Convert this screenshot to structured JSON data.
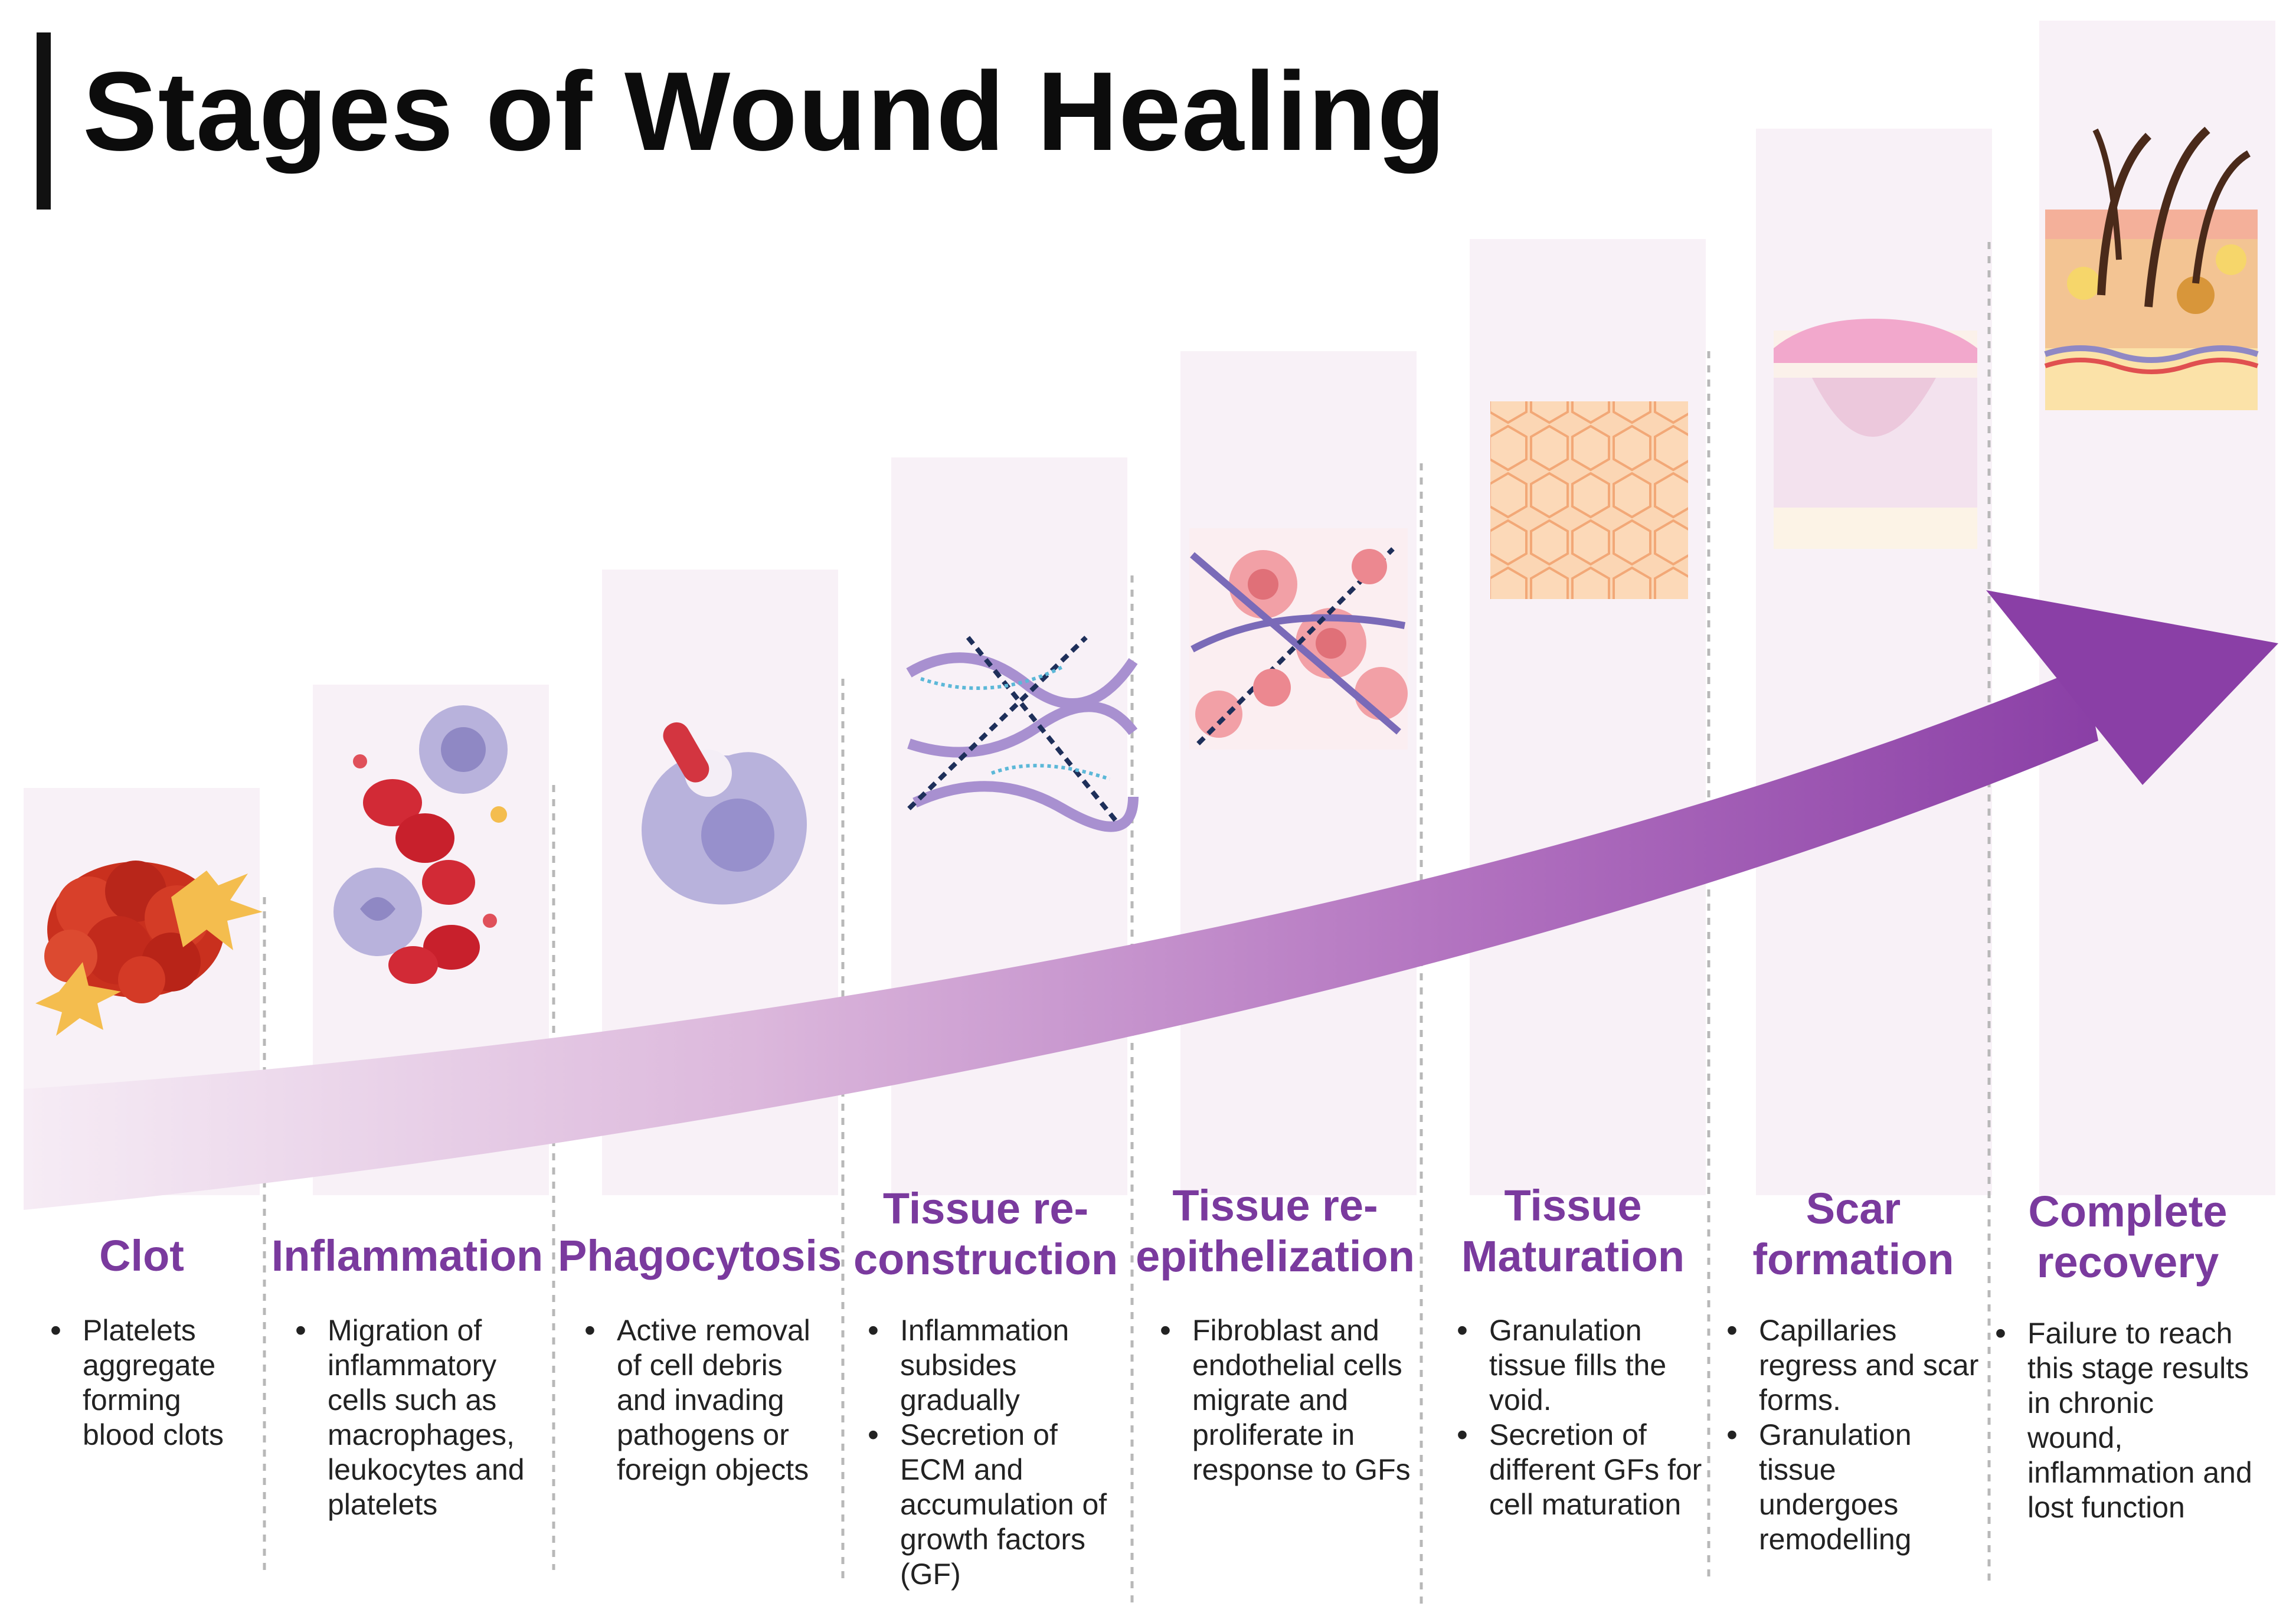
{
  "title": "Stages of Wound Healing",
  "colors": {
    "accent": "#8a3fa6",
    "title_text": "#7a3a9e",
    "panel": "#f8f1f7"
  },
  "stages": [
    {
      "title_lines": [
        "Clot"
      ],
      "bullets": [
        "Platelets aggregate forming blood clots"
      ]
    },
    {
      "title_lines": [
        "Inflammation"
      ],
      "bullets": [
        "Migration of inflammatory cells such as macrophages, leukocytes and platelets"
      ]
    },
    {
      "title_lines": [
        "Phagocytosis"
      ],
      "bullets": [
        "Active removal of cell debris and invading pathogens or foreign objects"
      ]
    },
    {
      "title_lines": [
        "Tissue re-",
        "construction"
      ],
      "bullets": [
        "Inflammation subsides gradually",
        "Secretion of ECM and accumulation of growth factors (GF)"
      ]
    },
    {
      "title_lines": [
        "Tissue re-",
        "epithelization"
      ],
      "bullets": [
        "Fibroblast and endothelial cells migrate and proliferate in response to GFs"
      ]
    },
    {
      "title_lines": [
        "Tissue",
        "Maturation"
      ],
      "bullets": [
        "Granulation tissue fills the void.",
        "Secretion of different GFs for cell maturation"
      ]
    },
    {
      "title_lines": [
        "Scar",
        "formation"
      ],
      "bullets": [
        "Capillaries regress and scar forms.",
        "Granulation tissue undergoes remodelling"
      ]
    },
    {
      "title_lines": [
        "Complete",
        "recovery"
      ],
      "bullets": [
        "Failure to reach this stage results in chronic wound, inflammation and lost function"
      ]
    }
  ]
}
